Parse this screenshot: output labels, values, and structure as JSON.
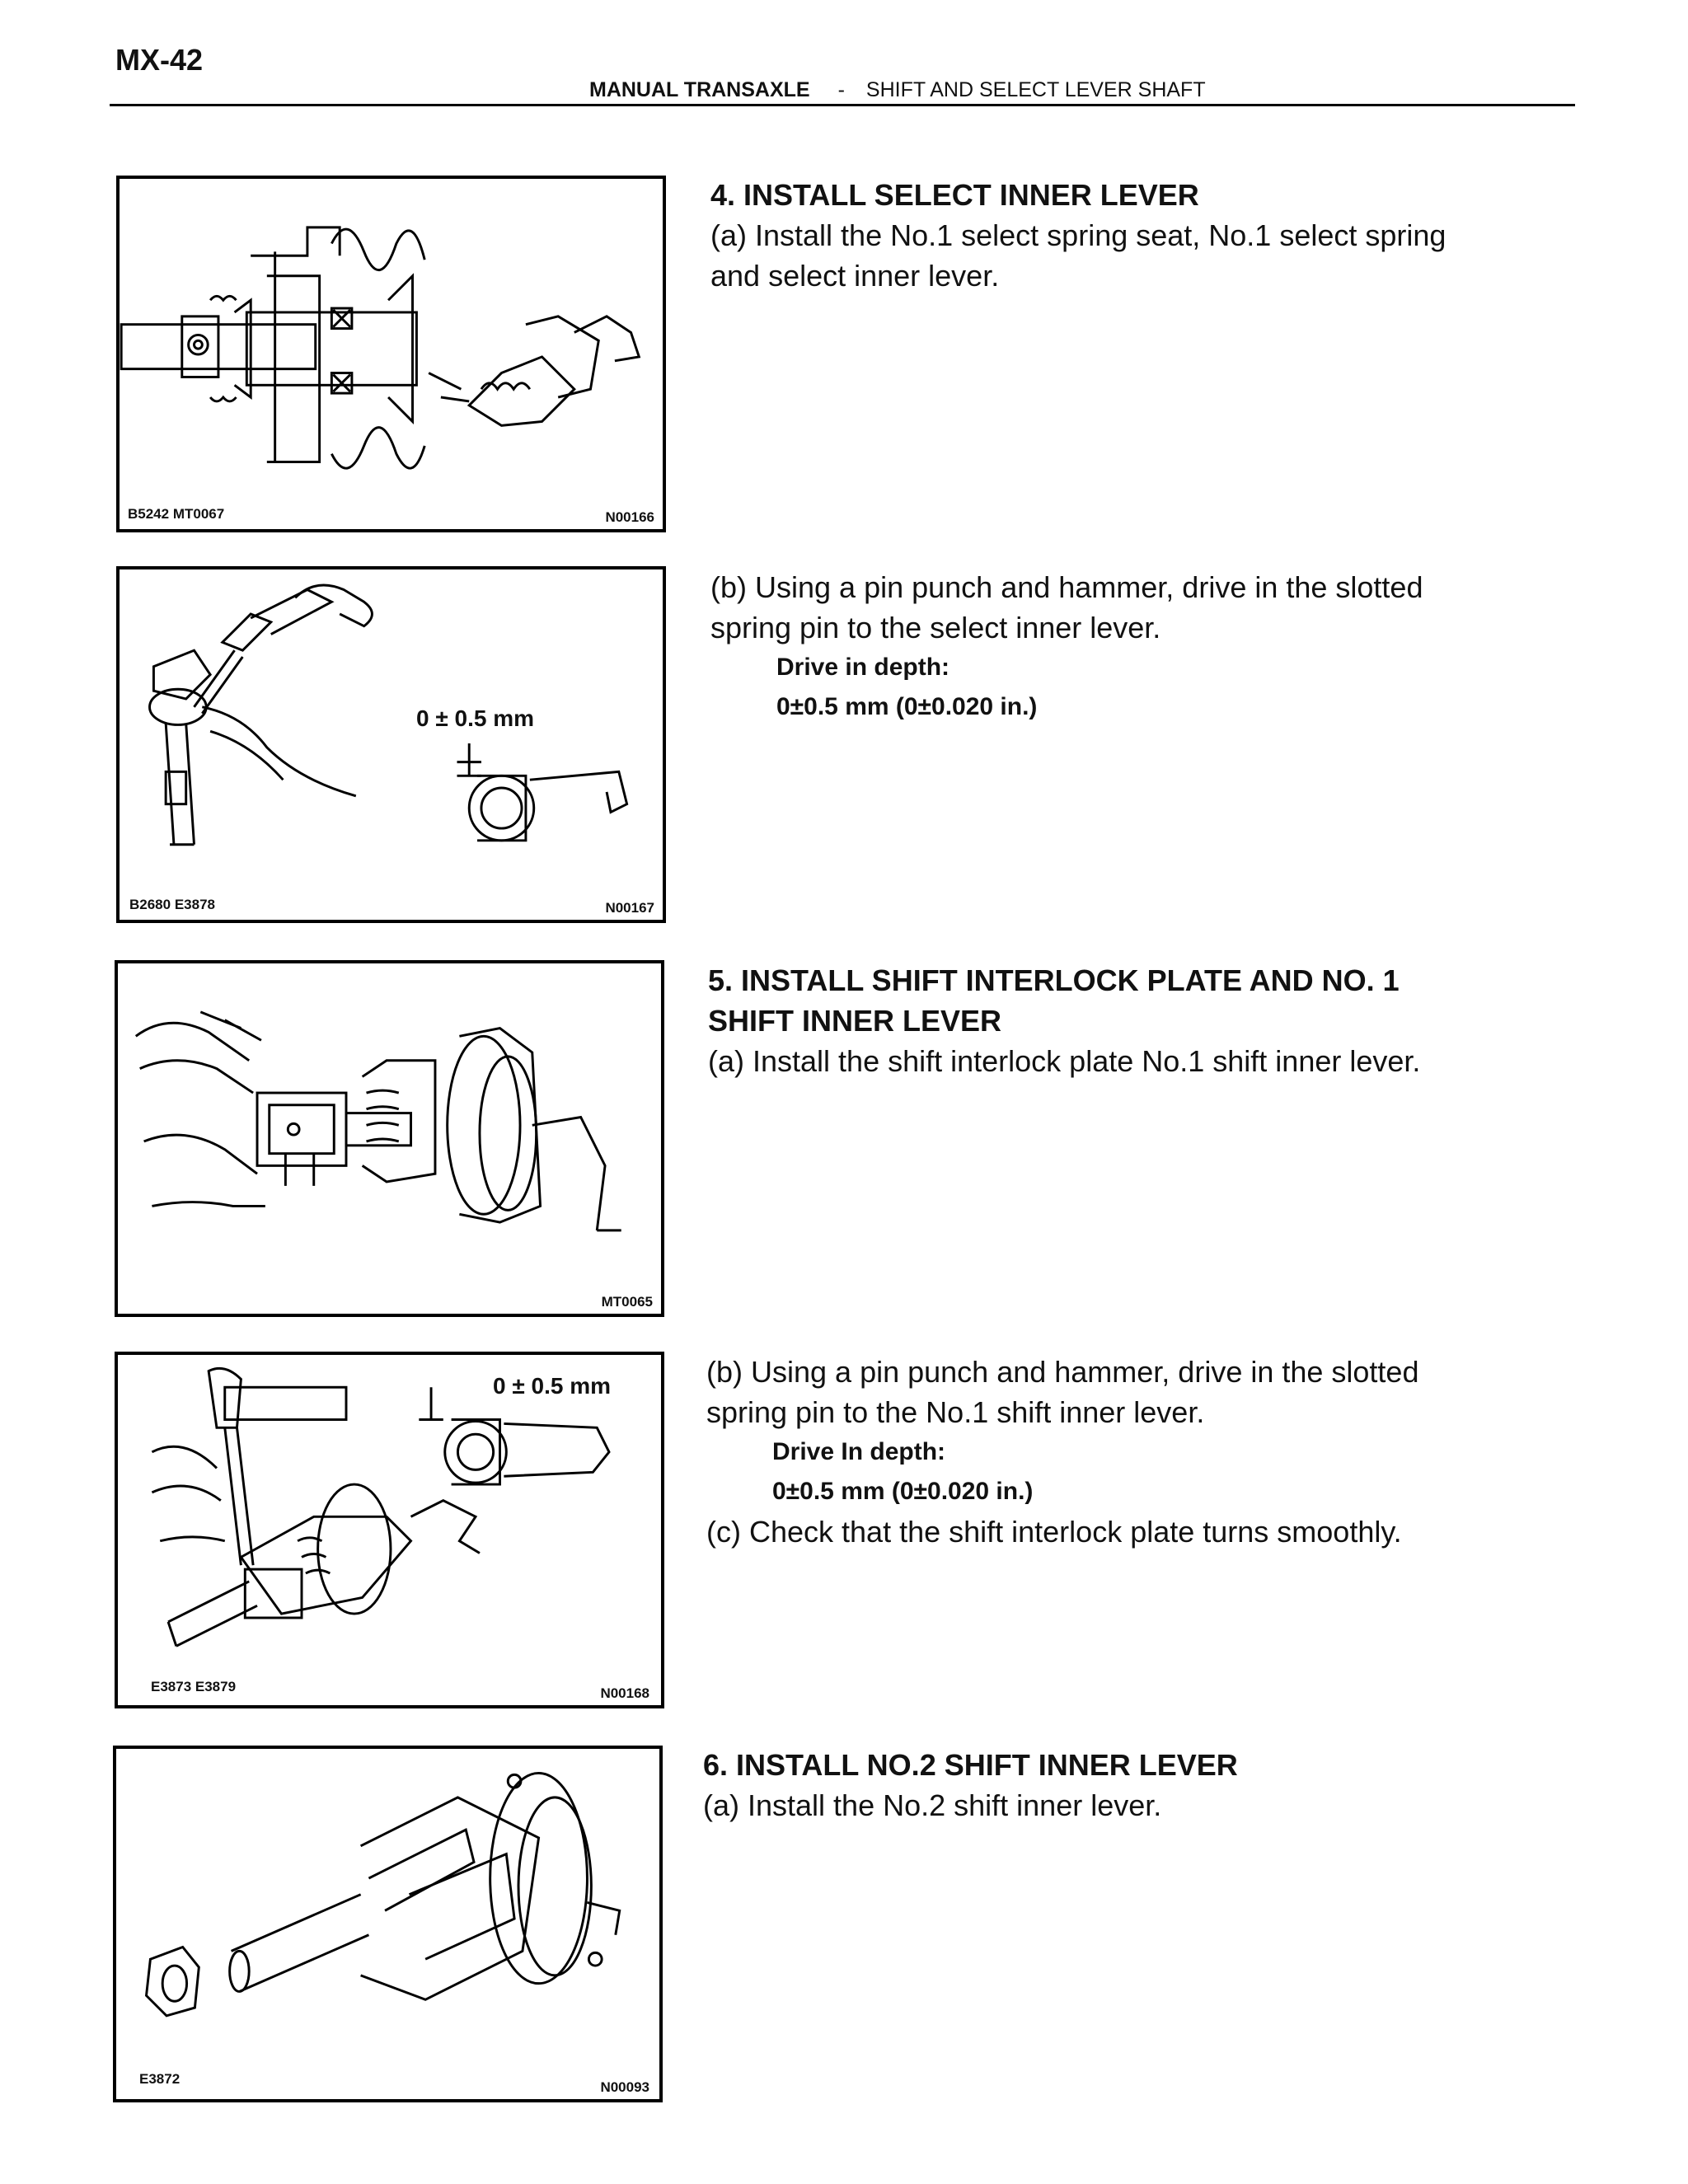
{
  "header": {
    "page_number": "MX-42",
    "section": "MANUAL TRANSAXLE",
    "separator": "-",
    "subsection": "SHIFT AND SELECT LEVER SHAFT"
  },
  "figures": [
    {
      "codes_left": "B5242 MT0067",
      "code_right": "N00166"
    },
    {
      "codes_left": "B2680 E3878",
      "code_right": "N00167",
      "dimension": "0 ± 0.5 mm"
    },
    {
      "codes_left": "",
      "code_right": "MT0065"
    },
    {
      "codes_left": "E3873 E3879",
      "code_right": "N00168",
      "dimension": "0 ± 0.5 mm"
    },
    {
      "codes_left": "E3872",
      "code_right": "N00093"
    }
  ],
  "steps": {
    "s4_title": "4. INSTALL SELECT INNER LEVER",
    "s4_a": "(a) Install the No.1 select spring seat, No.1 select spring and select inner lever.",
    "s4_b": "(b) Using a pin punch and hammer, drive in the slotted spring pin to the select inner lever.",
    "s4_b_spec_label": "Drive in depth:",
    "s4_b_spec_value": "0±0.5 mm (0±0.020 in.)",
    "s5_title_1": "5. INSTALL SHIFT INTERLOCK PLATE AND NO. 1",
    "s5_title_2": "SHIFT INNER LEVER",
    "s5_a": "(a) Install the shift interlock plate No.1 shift inner lever.",
    "s5_b": "(b) Using a pin punch and hammer, drive in the slotted spring pin to the No.1 shift inner lever.",
    "s5_b_spec_label": "Drive In depth:",
    "s5_b_spec_value": "0±0.5 mm (0±0.020 in.)",
    "s5_c": "(c) Check that the shift interlock plate turns smoothly.",
    "s6_title": "6. INSTALL NO.2 SHIFT INNER LEVER",
    "s6_a": "(a) Install the No.2 shift inner lever."
  }
}
